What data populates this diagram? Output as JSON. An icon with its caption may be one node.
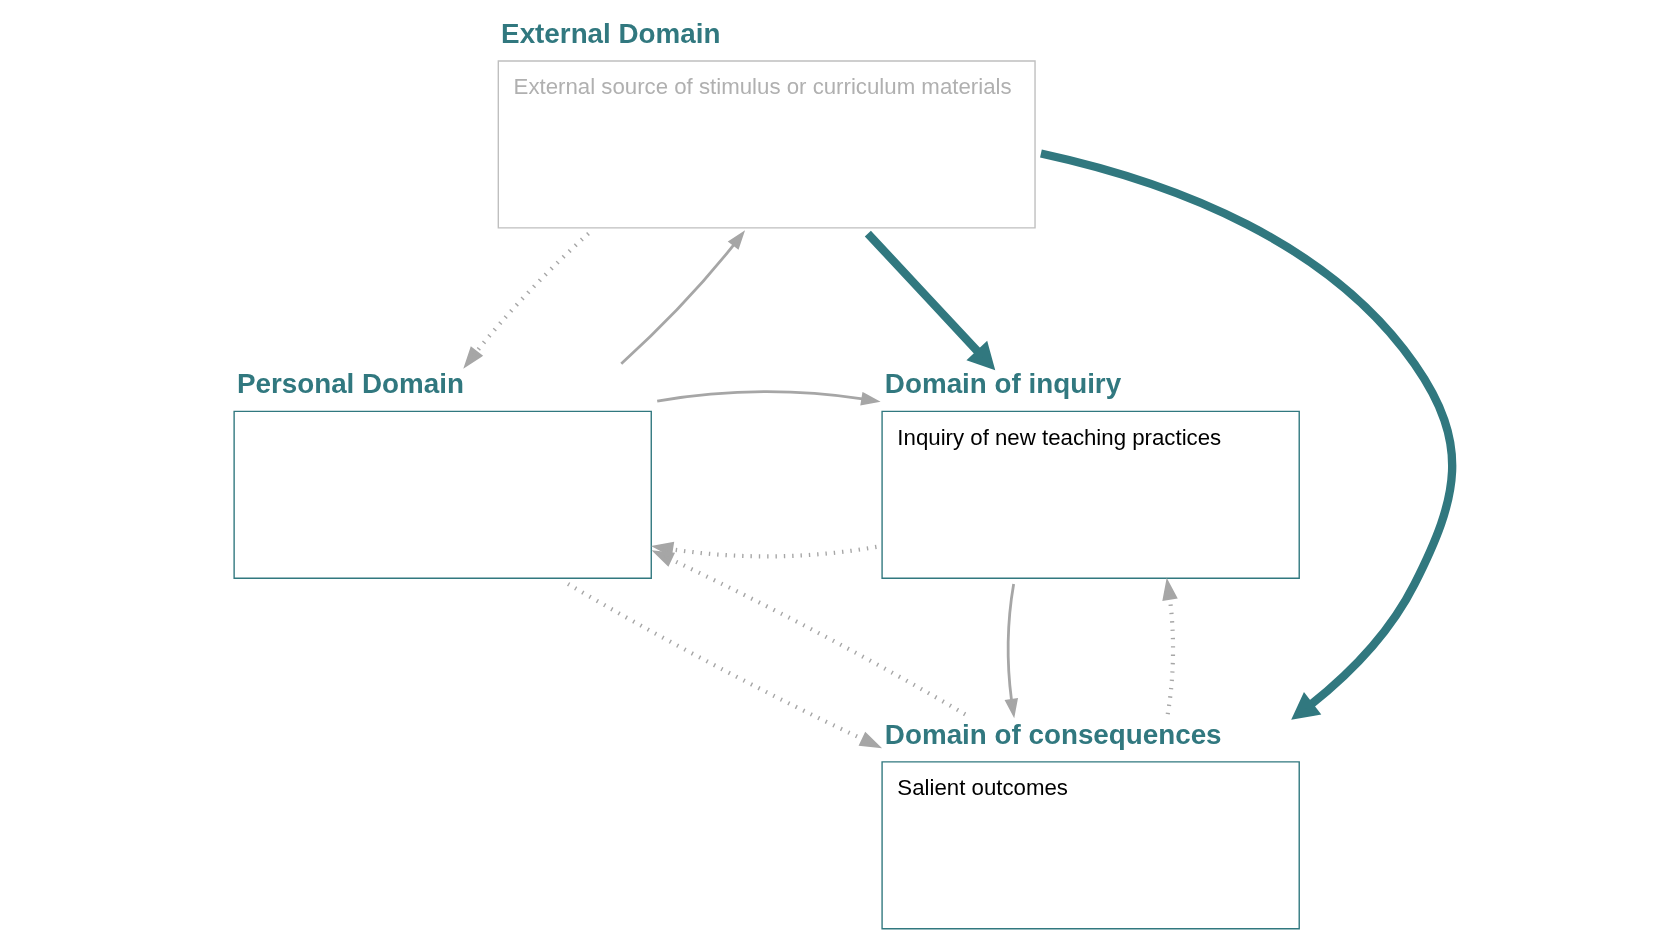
{
  "diagram": {
    "nodes": [
      {
        "text": [
          "External Domain",
          "External source of stimulus or curriculum materials"
        ]
      },
      {
        "text": [
          "Personal Domain"
        ]
      },
      {
        "text": [
          "Domain of inquiry",
          "Inquiry of new teaching practices"
        ]
      },
      {
        "text": [
          "Domain of consequences",
          "Salient outcomes"
        ]
      }
    ],
    "edges": [
      {
        "from": 0,
        "to": 1,
        "arrow": "to",
        "style": "dashed"
      },
      {
        "from": 1,
        "to": 0,
        "arrow": "to"
      },
      {
        "from": 0,
        "to": 3,
        "arrow": "to",
        "style": "thick",
        "color": "#31787f"
      },
      {
        "from": 0,
        "to": 2,
        "arrow": "to",
        "style": "thick",
        "color": "#31787f"
      },
      {
        "from": 2,
        "to": 1,
        "arrow": "to",
        "style": "dashed"
      },
      {
        "from": 1,
        "to": 2,
        "arrow": "to"
      },
      {
        "from": 1,
        "to": 3,
        "arrow": "to",
        "style": "dashed"
      },
      {
        "from": 3,
        "to": 1,
        "arrow": "to",
        "style": "dashed"
      },
      {
        "from": 3,
        "to": 2,
        "arrow": "to",
        "style": "dashed"
      },
      {
        "from": 2,
        "to": 3,
        "arrow": "to"
      }
    ]
  }
}
